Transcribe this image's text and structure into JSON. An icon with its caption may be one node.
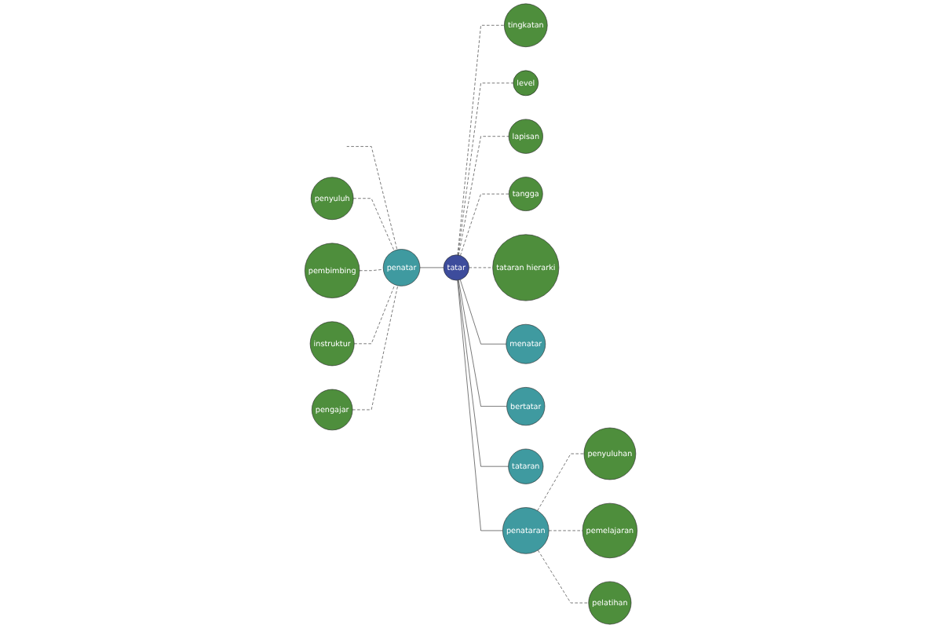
{
  "diagram": {
    "nodes": [
      {
        "text": [
          "tatar"
        ]
      },
      {
        "text": [
          "penatar"
        ]
      },
      {
        "text": [
          "penyuluh"
        ]
      },
      {
        "text": [
          "pembimbing"
        ]
      },
      {
        "text": [
          "instruktur"
        ]
      },
      {
        "text": [
          "pengajar"
        ]
      },
      {
        "text": [
          "tingkatan"
        ]
      },
      {
        "text": [
          "level"
        ]
      },
      {
        "text": [
          "lapisan"
        ]
      },
      {
        "text": [
          "tangga"
        ]
      },
      {
        "text": [
          "tataran hierarki"
        ]
      },
      {
        "text": [
          "menatar"
        ]
      },
      {
        "text": [
          "bertatar"
        ]
      },
      {
        "text": [
          "tataran"
        ]
      },
      {
        "text": [
          "penataran"
        ]
      },
      {
        "text": [
          "penyuluhan"
        ]
      },
      {
        "text": [
          "pemelajaran"
        ]
      },
      {
        "text": [
          "pelatihan"
        ]
      }
    ],
    "edges": [
      {
        "from": null,
        "to": 1,
        "arrow": "none",
        "style": "dashed"
      },
      {
        "from": 2,
        "to": 1,
        "arrow": "none",
        "style": "dashed"
      },
      {
        "from": 3,
        "to": 1,
        "arrow": "none",
        "style": "dashed"
      },
      {
        "from": 4,
        "to": 1,
        "arrow": "none",
        "style": "dashed"
      },
      {
        "from": 5,
        "to": 1,
        "arrow": "none",
        "style": "dashed"
      },
      {
        "from": 1,
        "to": 0,
        "arrow": "none"
      },
      {
        "from": 0,
        "to": 6,
        "arrow": "none",
        "style": "dashed"
      },
      {
        "from": 0,
        "to": 7,
        "arrow": "none",
        "style": "dashed"
      },
      {
        "from": 0,
        "to": 8,
        "arrow": "none",
        "style": "dashed"
      },
      {
        "from": 0,
        "to": 9,
        "arrow": "none",
        "style": "dashed"
      },
      {
        "from": 0,
        "to": 10,
        "arrow": "none",
        "style": "dashed"
      },
      {
        "from": 0,
        "to": 11,
        "arrow": "none"
      },
      {
        "from": 0,
        "to": 12,
        "arrow": "none"
      },
      {
        "from": 0,
        "to": 13,
        "arrow": "none"
      },
      {
        "from": 0,
        "to": 14,
        "arrow": "none"
      },
      {
        "from": 14,
        "to": 15,
        "arrow": "none",
        "style": "dashed"
      },
      {
        "from": 14,
        "to": 16,
        "arrow": "none",
        "style": "dashed"
      },
      {
        "from": 14,
        "to": 17,
        "arrow": "none",
        "style": "dashed"
      }
    ]
  }
}
